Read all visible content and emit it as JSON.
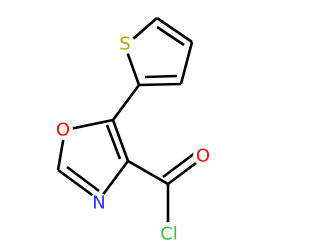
{
  "molecule": {
    "atoms": {
      "sulfur": {
        "label": "S",
        "color": "#b5a400"
      },
      "oxygen_ring": {
        "label": "O",
        "color": "#ff0d0d"
      },
      "nitrogen": {
        "label": "N",
        "color": "#2233ff"
      },
      "oxygen_carbonyl": {
        "label": "O",
        "color": "#ff0d0d"
      },
      "chlorine": {
        "label": "Cl",
        "color": "#32c832"
      }
    }
  }
}
